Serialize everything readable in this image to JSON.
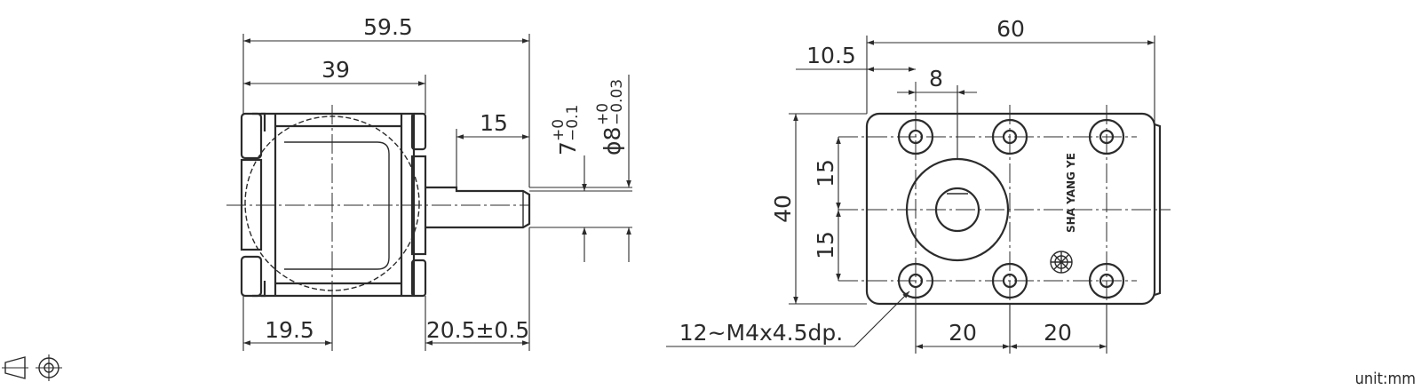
{
  "side_view": {
    "dim_overall_length": "59.5",
    "dim_body_length": "39",
    "dim_shaft_flat": "15",
    "dim_flange_offset": "19.5",
    "dim_shaft_length": "20.5±0.5",
    "flat_tol_base": "7",
    "flat_tol_upper": "+0",
    "flat_tol_lower": "−0.1",
    "shaft_dia_base": "ϕ8",
    "shaft_dia_upper": "+0",
    "shaft_dia_lower": "−0.03"
  },
  "front_view": {
    "dim_width": "60",
    "dim_edge_offset": "10.5",
    "dim_hole_offset": "8",
    "dim_height": "40",
    "dim_half_upper": "15",
    "dim_half_lower": "15",
    "dim_spacing_left": "20",
    "dim_spacing_right": "20",
    "thread_callout": "12~M4x4.5dp.",
    "brand_mark": "SHA YANG YE"
  },
  "footer": {
    "unit": "unit:mm"
  }
}
